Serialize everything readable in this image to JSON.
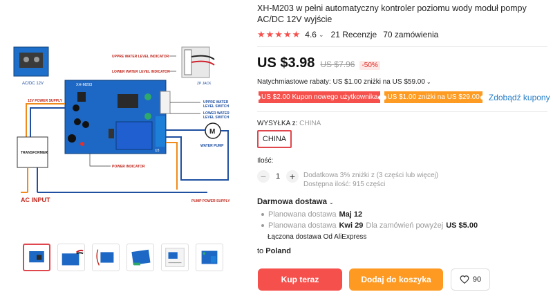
{
  "product": {
    "title": "XH-M203 w pełni automatyczny kontroler poziomu wody moduł pompy AC/DC 12V wyjście",
    "stars": "★★★★★",
    "rating": "4.6",
    "reviews": "21 Recenzje",
    "orders": "70 zamówienia"
  },
  "image": {
    "labels": {
      "acdc": "AC/DC  12V",
      "upper_ind": "UPPRE WATER LEVEL INDICATOR",
      "lower_ind": "LOWER WATER LEVEL INDICATOR",
      "zp": "ZP JACK",
      "model": "XH-M203",
      "power12": "12V POWER SUPPLY",
      "upper_sw1": "UPPRE WATER",
      "upper_sw2": "LEVEL SWITCH",
      "lower_sw1": "LOWER WATER",
      "lower_sw2": "LEVEL SWITCH",
      "motor": "M",
      "pump": "WATER PUMP",
      "transformer": "TRANSFORMER",
      "power_ind": "POWER INDICATOR",
      "ac_input": "AC INPUT",
      "pump_supply": "PUMP POWER SUPPLY",
      "u3": "U3"
    }
  },
  "thumbnails": [
    "thumb-1",
    "thumb-2",
    "thumb-3",
    "thumb-4",
    "thumb-5",
    "thumb-6"
  ],
  "price": {
    "current": "US $3.98",
    "old": "US $7.96",
    "discount": "-50%"
  },
  "instant_discount": "Natychmiastowe rabaty: US $1.00 zniżki na US $59.00",
  "coupons": {
    "new_user": "US $2.00 Kupon nowego użytkownika",
    "store": "US $1.00 zniżki na US $29.00",
    "get": "Zdobądź kupony"
  },
  "shipping": {
    "label": "WYSYŁKA z:",
    "country": "CHINA",
    "option": "CHINA"
  },
  "quantity": {
    "label": "Ilość:",
    "value": "1",
    "note1": "Dodatkowa 3% zniżki z (3 części lub więcej)",
    "note2": "Dostępna ilość: 915 części"
  },
  "delivery": {
    "title": "Darmowa dostawa",
    "line1_label": "Planowana dostawa",
    "line1_date": "Maj 12",
    "line2_label": "Planowana dostawa",
    "line2_date": "Kwi 29",
    "line2_mid": "Dla zamówień powyżej",
    "line2_amount": "US $5.00",
    "carrier": "Łączona dostawa  Od AliExpress",
    "to_label": "to",
    "to_country": "Poland"
  },
  "actions": {
    "buy": "Kup teraz",
    "cart": "Dodaj do koszyka",
    "wishlist_count": "90"
  },
  "colors": {
    "accent_red": "#f5504c",
    "accent_orange": "#fe9a22",
    "link_blue": "#2980c9"
  }
}
